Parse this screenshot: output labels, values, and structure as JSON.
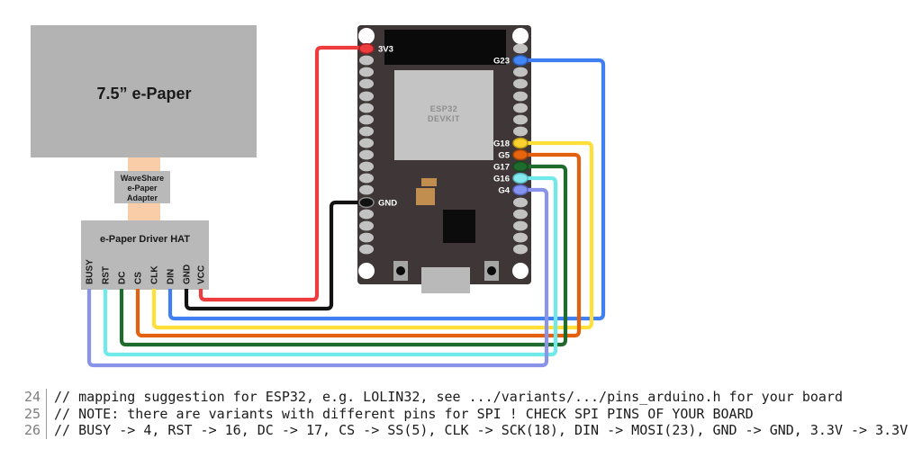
{
  "diagram": {
    "display": {
      "label": "7.5” e-Paper",
      "color": "#b3b3b3"
    },
    "ribbon": {
      "color": "#f9cda7"
    },
    "adapter": {
      "line1": "WaveShare",
      "line2": "e-Paper",
      "line3": "Adapter"
    },
    "hat": {
      "title": "e-Paper Driver HAT",
      "pins": [
        "BUSY",
        "RST",
        "DC",
        "CS",
        "CLK",
        "DIN",
        "GND",
        "VCC"
      ]
    },
    "esp32": {
      "module_line1": "ESP32",
      "module_line2": "DEVKIT",
      "board_color": "#3e3637",
      "left_pins": [
        {
          "label": "3V3",
          "color": "#ee3c3e"
        },
        {
          "label": "GND",
          "color": "#111111"
        }
      ],
      "right_pins": [
        {
          "label": "G23",
          "color": "#4285f4"
        },
        {
          "label": "G18",
          "color": "#fdd22f"
        },
        {
          "label": "G5",
          "color": "#e8650f"
        },
        {
          "label": "G17",
          "color": "#1f6b2d"
        },
        {
          "label": "G16",
          "color": "#85e9ef"
        },
        {
          "label": "G4",
          "color": "#8492f0"
        }
      ]
    },
    "wires": [
      {
        "name": "VCC to 3V3",
        "color": "#ee3c3e"
      },
      {
        "name": "GND to GND",
        "color": "#121212"
      },
      {
        "name": "DIN to G23",
        "color": "#3f7ff2"
      },
      {
        "name": "CLK to G18",
        "color": "#ffdf38"
      },
      {
        "name": "CS to G5",
        "color": "#e2600e"
      },
      {
        "name": "DC to G17",
        "color": "#1f6b2d"
      },
      {
        "name": "RST to G16",
        "color": "#70e9e9"
      },
      {
        "name": "BUSY to G4",
        "color": "#8a93ea"
      }
    ]
  },
  "code": {
    "lines": [
      {
        "number": "24",
        "text": "// mapping suggestion for ESP32, e.g. LOLIN32, see .../variants/.../pins_arduino.h for your board"
      },
      {
        "number": "25",
        "text": "// NOTE: there are variants with different pins for SPI ! CHECK SPI PINS OF YOUR BOARD"
      },
      {
        "number": "26",
        "text": "// BUSY -> 4, RST -> 16, DC -> 17, CS -> SS(5), CLK -> SCK(18), DIN -> MOSI(23), GND -> GND, 3.3V -> 3.3V"
      }
    ]
  }
}
